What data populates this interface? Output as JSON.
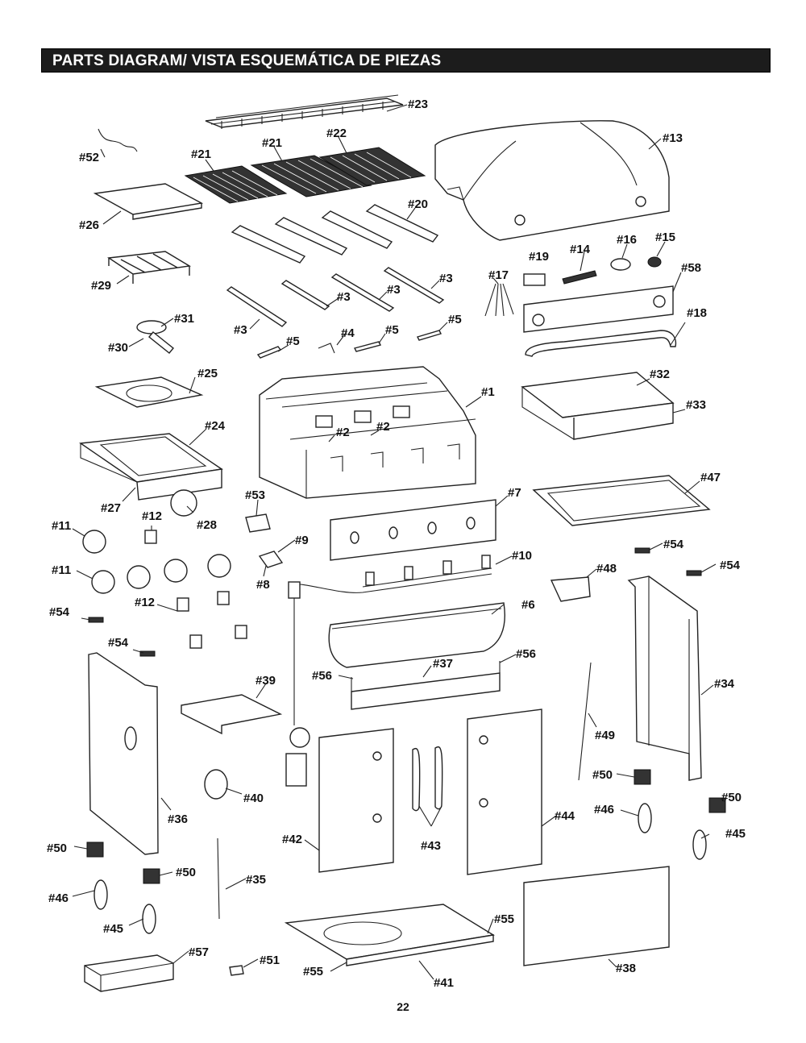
{
  "header": {
    "title": "PARTS DIAGRAM/ VISTA ESQUEMÁTICA DE PIEZAS"
  },
  "page_number": "22",
  "labels": {
    "l23": "#23",
    "l13": "#13",
    "l22": "#22",
    "l21a": "#21",
    "l21b": "#21",
    "l52": "#52",
    "l26": "#26",
    "l20": "#20",
    "l29": "#29",
    "l3a": "#3",
    "l3b": "#3",
    "l3c": "#3",
    "l3d": "#3",
    "l17": "#17",
    "l19": "#19",
    "l14": "#14",
    "l16": "#16",
    "l15": "#15",
    "l58": "#58",
    "l18": "#18",
    "l31": "#31",
    "l30": "#30",
    "l5a": "#5",
    "l4": "#4",
    "l5b": "#5",
    "l5c": "#5",
    "l25": "#25",
    "l1": "#1",
    "l32": "#32",
    "l33": "#33",
    "l24": "#24",
    "l2a": "#2",
    "l2b": "#2",
    "l47": "#47",
    "l53": "#53",
    "l7": "#7",
    "l27": "#27",
    "l12a": "#12",
    "l28": "#28",
    "l11a": "#11",
    "l9": "#9",
    "l54a": "#54",
    "l54b": "#54",
    "l10": "#10",
    "l11b": "#11",
    "l8": "#8",
    "l48": "#48",
    "l54c": "#54",
    "l12b": "#12",
    "l6": "#6",
    "l54d": "#54",
    "l56a": "#56",
    "l37": "#37",
    "l56b": "#56",
    "l34": "#34",
    "l39": "#39",
    "l49": "#49",
    "l50a": "#50",
    "l40": "#40",
    "l50b": "#50",
    "l36": "#36",
    "l46a": "#46",
    "l44": "#44",
    "l45a": "#45",
    "l42": "#42",
    "l43": "#43",
    "l50c": "#50",
    "l50d": "#50",
    "l35": "#35",
    "l46b": "#46",
    "l45b": "#45",
    "l55a": "#55",
    "l38": "#38",
    "l57": "#57",
    "l51": "#51",
    "l55b": "#55",
    "l41": "#41"
  }
}
